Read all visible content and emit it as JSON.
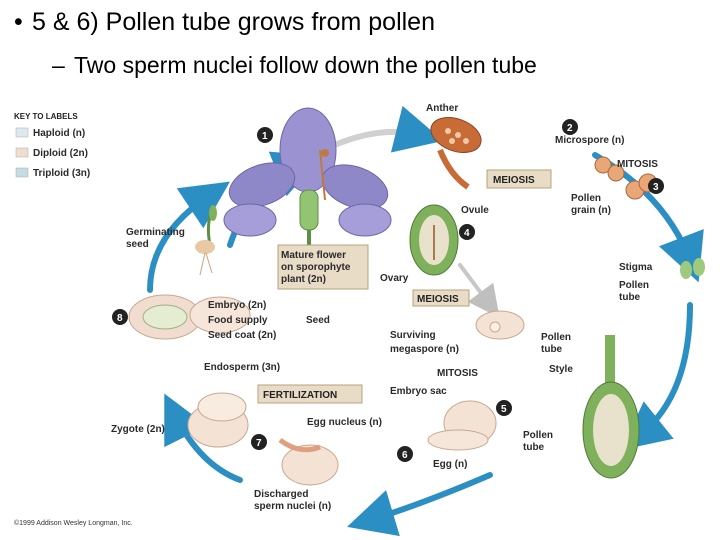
{
  "slide": {
    "bullet": "•",
    "title": "5 & 6) Pollen tube grows from pollen",
    "sub_dash": "–",
    "subtitle": "Two sperm nuclei follow down the pollen tube"
  },
  "key": {
    "title": "KEY TO LABELS",
    "items": [
      {
        "label": "Haploid (n)",
        "color": "#dde9ee"
      },
      {
        "label": "Diploid (2n)",
        "color": "#f1ddd0"
      },
      {
        "label": "Triploid (3n)",
        "color": "#c7dbe3"
      }
    ]
  },
  "labels": {
    "anther": "Anther",
    "microspore": "Microspore (n)",
    "mitosis_top": "MITOSIS",
    "meiosis_top": "MEIOSIS",
    "pollen_grain": "Pollen",
    "pollen_grain2": "grain (n)",
    "ovule": "Ovule",
    "germinating": "Germinating",
    "germinating2": "seed",
    "mature1": "Mature flower",
    "mature2": "on sporophyte",
    "mature3": "plant (2n)",
    "ovary": "Ovary",
    "stigma": "Stigma",
    "pollen_tube_top": "Pollen",
    "pollen_tube_top2": "tube",
    "meiosis_mid": "MEIOSIS",
    "embryo": "Embryo (2n)",
    "food_supply": "Food supply",
    "seed_coat": "Seed coat (2n)",
    "seed": "Seed",
    "surviving1": "Surviving",
    "surviving2": "megaspore (n)",
    "pollen_tube_mid": "Pollen",
    "pollen_tube_mid2": "tube",
    "style": "Style",
    "endosperm": "Endosperm (3n)",
    "mitosis_mid": "MITOSIS",
    "fertilization": "FERTILIZATION",
    "embryo_sac": "Embryo sac",
    "zygote": "Zygote (2n)",
    "egg_nucleus": "Egg nucleus (n)",
    "pollen_tube_low": "Pollen",
    "pollen_tube_low2": "tube",
    "egg": "Egg (n)",
    "discharged1": "Discharged",
    "discharged2": "sperm nuclei (n)",
    "copyright": "©1999 Addison Wesley Longman, Inc."
  },
  "steps": [
    "1",
    "2",
    "3",
    "4",
    "5",
    "6",
    "7",
    "8"
  ]
}
